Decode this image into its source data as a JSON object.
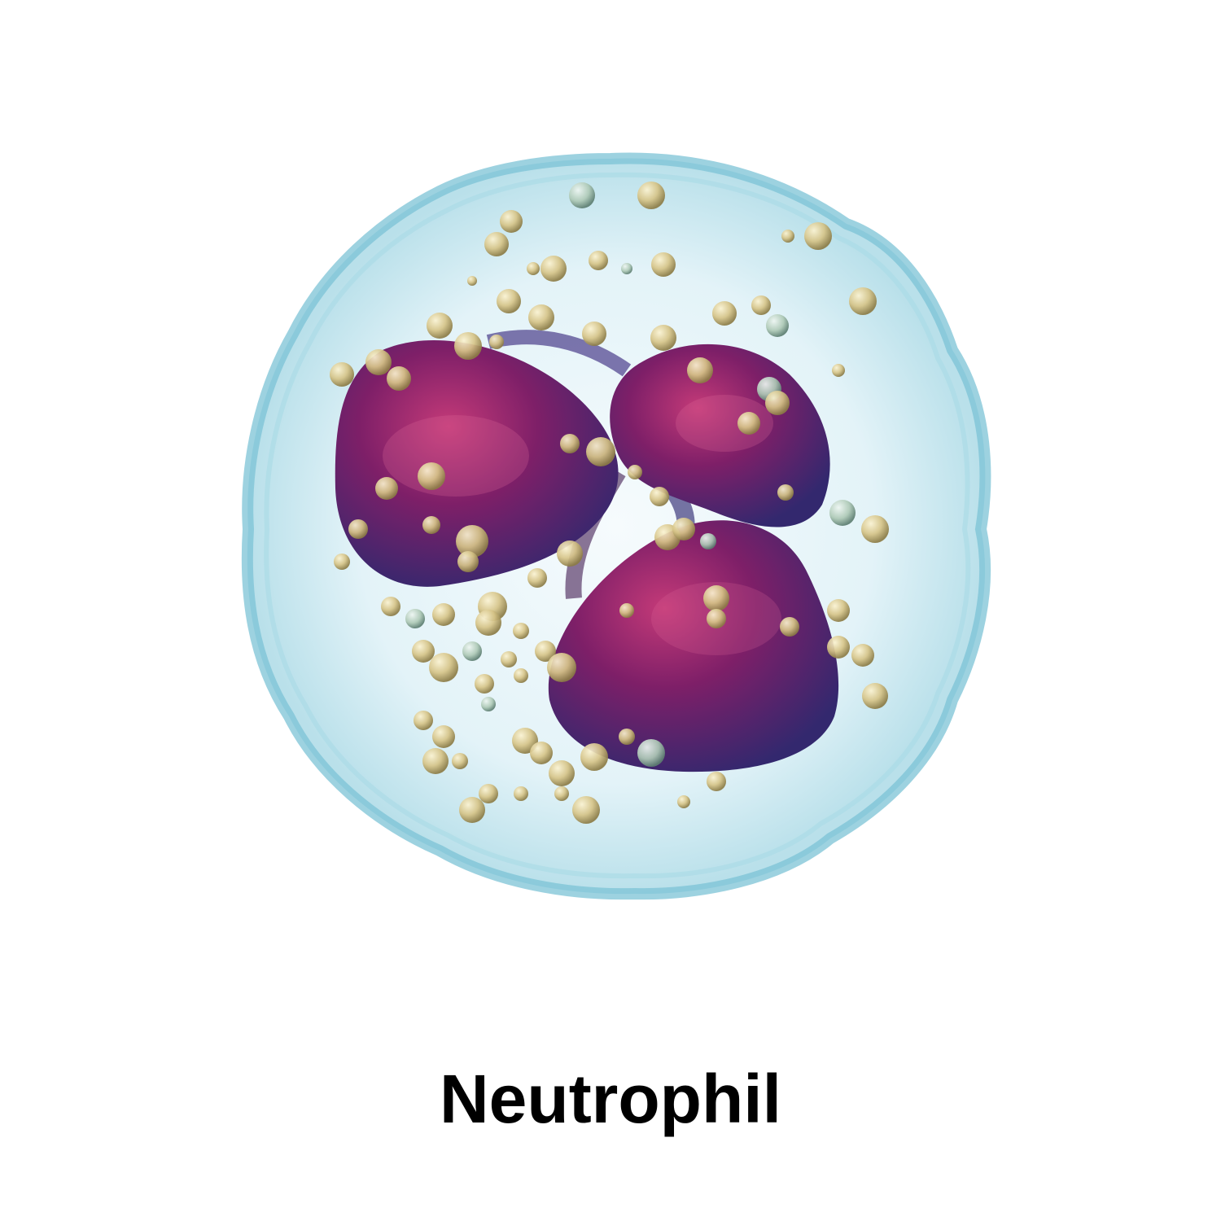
{
  "caption": "Neutrophil",
  "illustration": {
    "subject": "neutrophil-cell",
    "nucleus_lobes": 3,
    "colors": {
      "background": "#ffffff",
      "membrane": "#8fd0e0",
      "cytoplasm": "#eaf6fa",
      "nucleus_dark": "#3a2a78",
      "nucleus_mid": "#7a1f6a",
      "nucleus_light": "#b0306e",
      "granule": "#d9c98a",
      "granule_shadow": "#8a7a45",
      "caption_text": "#000000"
    }
  }
}
